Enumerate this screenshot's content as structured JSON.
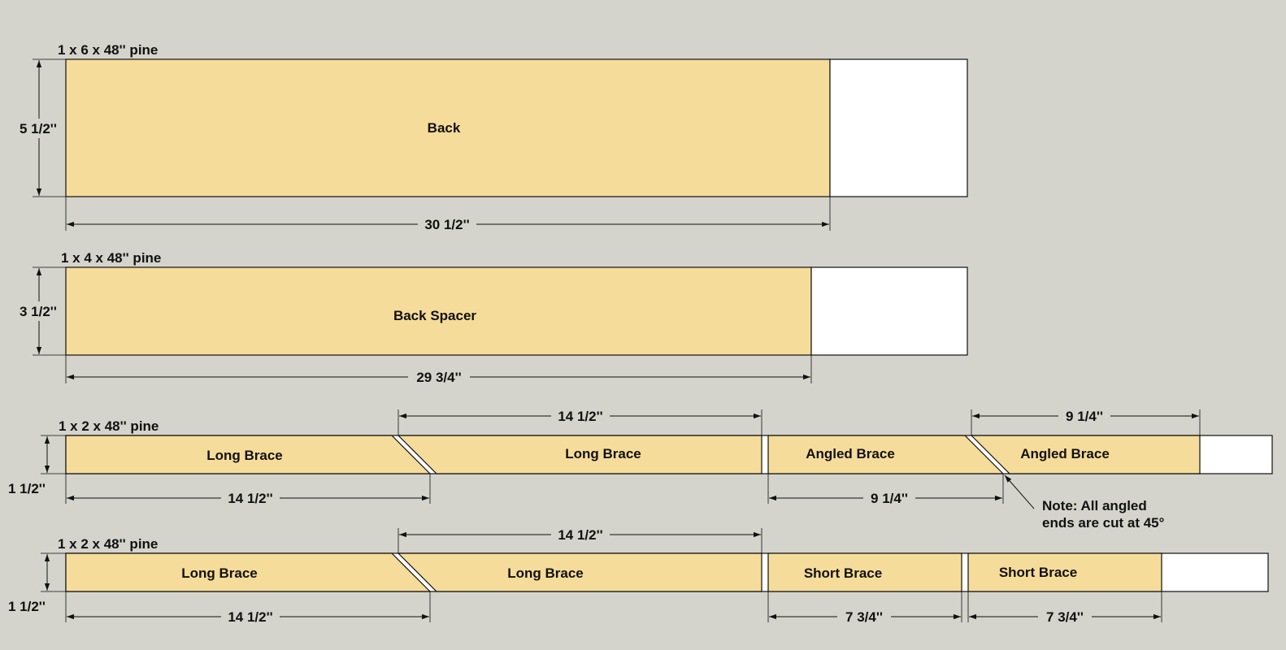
{
  "boards": [
    {
      "stock_label": "1 x 6 x 48'' pine",
      "width_label": "5 1/2''",
      "pieces": [
        {
          "name": "Back",
          "length_label": "30 1/2''"
        }
      ]
    },
    {
      "stock_label": "1 x 4 x 48'' pine",
      "width_label": "3 1/2''",
      "pieces": [
        {
          "name": "Back Spacer",
          "length_label": "29 3/4''"
        }
      ]
    },
    {
      "stock_label": "1 x 2 x 48'' pine",
      "width_label": "1 1/2''",
      "pieces": [
        {
          "name": "Long Brace",
          "length_label": "14 1/2''"
        },
        {
          "name": "Long Brace",
          "length_label": "14 1/2''"
        },
        {
          "name": "Angled Brace",
          "length_label": "9 1/4''"
        },
        {
          "name": "Angled Brace",
          "length_label": "9 1/4''"
        }
      ]
    },
    {
      "stock_label": "1 x 2 x 48'' pine",
      "width_label": "1 1/2''",
      "pieces": [
        {
          "name": "Long Brace",
          "length_label": "14 1/2''"
        },
        {
          "name": "Long Brace",
          "length_label": "14 1/2''"
        },
        {
          "name": "Short Brace",
          "length_label": "7 3/4''"
        },
        {
          "name": "Short Brace",
          "length_label": "7 3/4''"
        }
      ]
    }
  ],
  "note": {
    "line1": "Note: All angled",
    "line2": "ends are cut at 45°"
  },
  "colors": {
    "background": "#d4d4cc",
    "piece_fill": "#f6dc9a",
    "waste_fill": "#ffffff",
    "line": "#111111"
  }
}
